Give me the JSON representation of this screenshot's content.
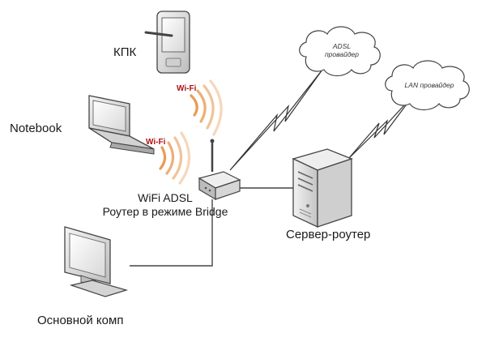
{
  "labels": {
    "pda": "КПК",
    "notebook": "Notebook",
    "main_pc": "Основной комп",
    "router_line1": "WiFi ADSL",
    "router_line2": "Роутер в режиме Bridge",
    "server": "Сервер-роутер",
    "wifi_1": "Wi-Fi",
    "wifi_2": "Wi-Fi",
    "cloud_adsl_line1": "ADSL",
    "cloud_adsl_line2": "провайдер",
    "cloud_lan": "LAN провайдер"
  },
  "colors": {
    "wifi_waves": "#e07a1a",
    "wifi_text": "#b01010",
    "line": "#444444",
    "device_body": "#dcdcdc",
    "device_dark": "#555555"
  }
}
